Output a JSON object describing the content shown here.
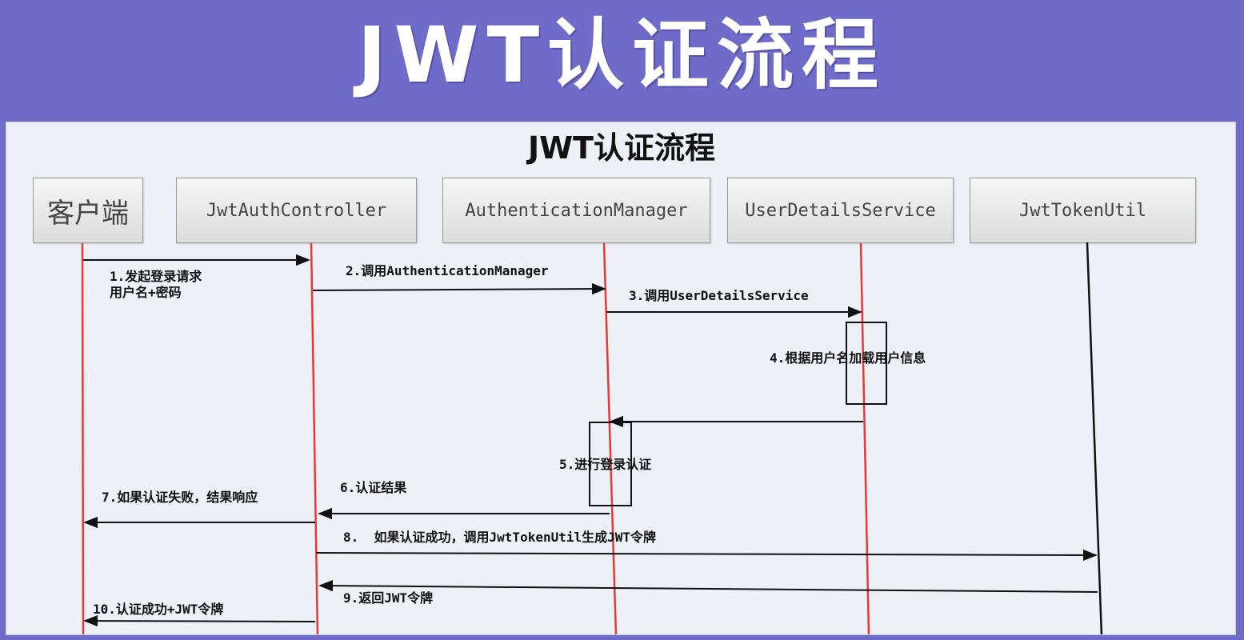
{
  "banner": {
    "title": "JWT认证流程"
  },
  "diagram": {
    "title": "JWT认证流程",
    "actors": [
      "客户端",
      "JwtAuthController",
      "AuthenticationManager",
      "UserDetailsService",
      "JwtTokenUtil"
    ],
    "messages": [
      {
        "id": "m1",
        "label": "1.发起登录请求\n用户名+密码",
        "from": "客户端",
        "to": "JwtAuthController"
      },
      {
        "id": "m2",
        "label": "2.调用AuthenticationManager",
        "from": "JwtAuthController",
        "to": "AuthenticationManager"
      },
      {
        "id": "m3",
        "label": "3.调用UserDetailsService",
        "from": "AuthenticationManager",
        "to": "UserDetailsService"
      },
      {
        "id": "m4",
        "label": "4.根据用户名加载用户信息",
        "from": "UserDetailsService",
        "to": "UserDetailsService"
      },
      {
        "id": "m4r",
        "label": "",
        "from": "UserDetailsService",
        "to": "AuthenticationManager"
      },
      {
        "id": "m5",
        "label": "5.进行登录认证",
        "from": "AuthenticationManager",
        "to": "AuthenticationManager"
      },
      {
        "id": "m6",
        "label": "6.认证结果",
        "from": "AuthenticationManager",
        "to": "JwtAuthController"
      },
      {
        "id": "m7",
        "label": "7.如果认证失败，结果响应",
        "from": "JwtAuthController",
        "to": "客户端"
      },
      {
        "id": "m8",
        "label": "8.  如果认证成功，调用JwtTokenUtil生成JWT令牌",
        "from": "JwtAuthController",
        "to": "JwtTokenUtil"
      },
      {
        "id": "m9",
        "label": "9.返回JWT令牌",
        "from": "JwtTokenUtil",
        "to": "JwtAuthController"
      },
      {
        "id": "m10",
        "label": "10.认证成功+JWT令牌",
        "from": "JwtAuthController",
        "to": "客户端"
      }
    ],
    "colors": {
      "lifeline": "#e53935",
      "lifeline_util": "#111111",
      "arrow": "#111111",
      "banner": "#6f6bc9"
    }
  }
}
